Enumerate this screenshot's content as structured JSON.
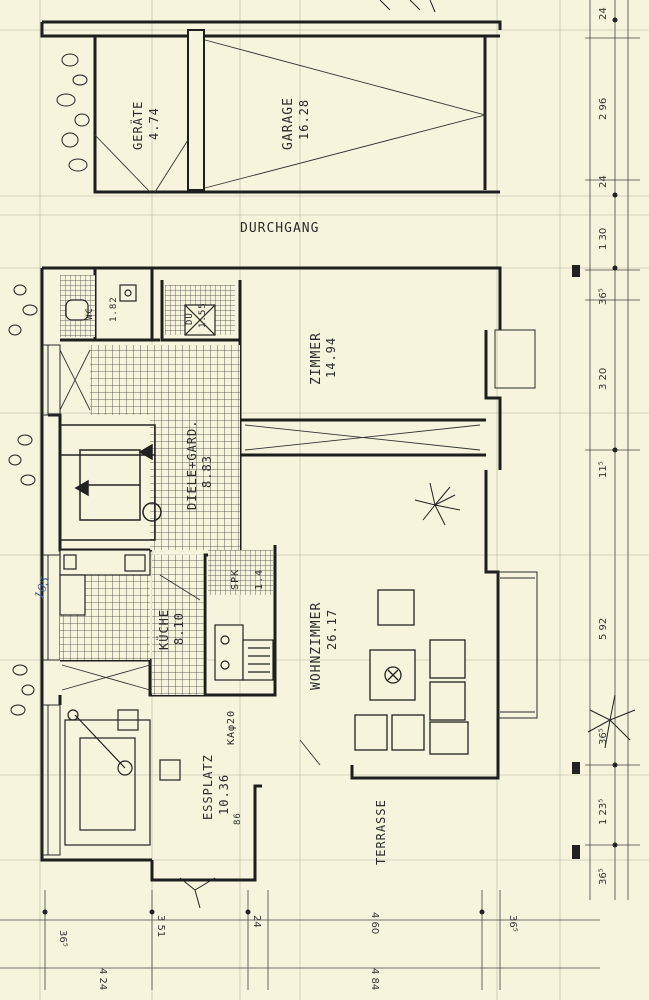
{
  "rooms": {
    "geraete": {
      "name": "GERÄTE",
      "area": "4.74"
    },
    "garage": {
      "name": "GARAGE",
      "area": "16.28"
    },
    "durchgang": {
      "name": "DURCHGANG"
    },
    "zimmer": {
      "name": "ZIMMER",
      "area": "14.94"
    },
    "diele": {
      "name": "DIELE+GARD.",
      "area": "8.83"
    },
    "kueche": {
      "name": "KÜCHE",
      "area": "8.10"
    },
    "wohnzimmer": {
      "name": "WOHNZIMMER",
      "area": "26.17"
    },
    "esplatz": {
      "name": "ESSPLATZ",
      "area": "10.36"
    },
    "terrasse": {
      "name": "TERRASSE"
    },
    "wc": {
      "name": "WC",
      "area": "1.82"
    },
    "duschbad": {
      "name": "DU",
      "area": "1.55"
    },
    "speisekammer": {
      "name": "SPK",
      "area": "1.4"
    },
    "kamin": {
      "name": "KAφ20"
    }
  },
  "dimensions_right": [
    "24",
    "2 96",
    "24",
    "1 30",
    "36⁵",
    "3 20",
    "11⁵",
    "5 92",
    "36⁵",
    "1 23⁵",
    "36⁵"
  ],
  "dimensions_bottom": [
    "36⁵",
    "4 24",
    "3 51",
    "24",
    "4 60",
    "4 84",
    "36⁵"
  ],
  "misc": {
    "handwritten": "105",
    "mark": "86"
  }
}
